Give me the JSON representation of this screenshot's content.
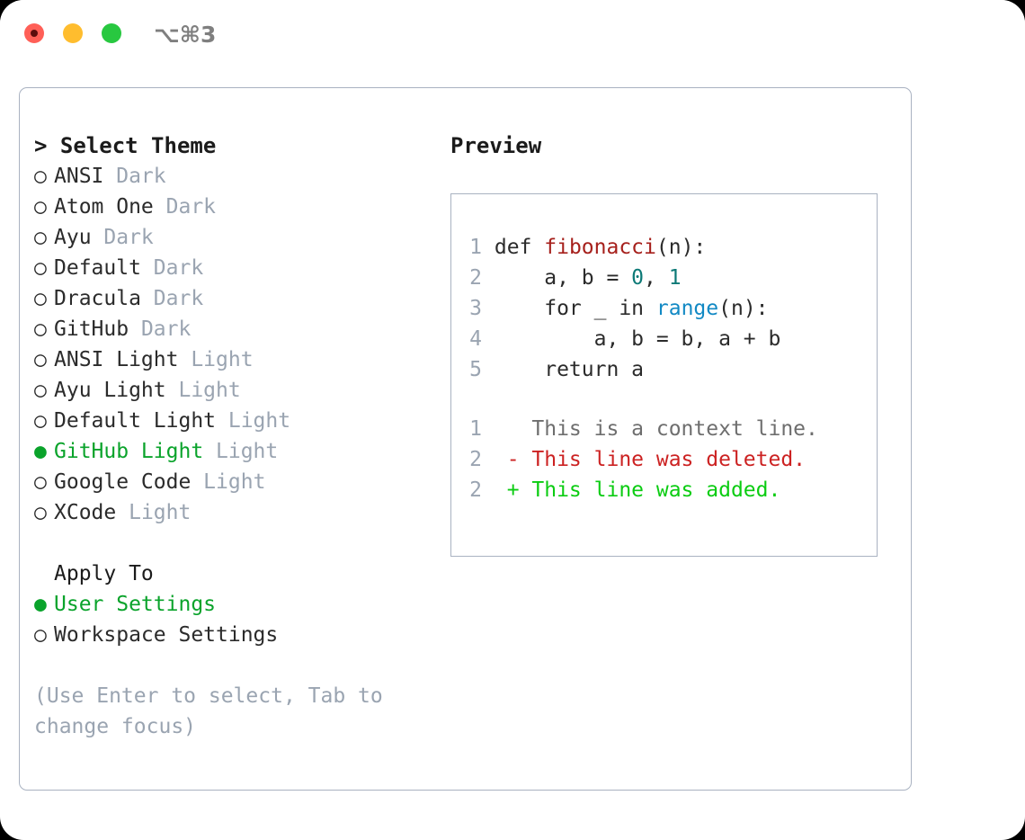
{
  "window": {
    "title_shortcut": "⌥⌘3",
    "traffic_lights": [
      {
        "name": "close",
        "color": "#ff5f57"
      },
      {
        "name": "minimize",
        "color": "#ffbd2e"
      },
      {
        "name": "maximize",
        "color": "#28c840"
      }
    ]
  },
  "colors": {
    "selected_green": "#0aa32b",
    "muted_gray": "#9aa4b1",
    "text": "#2b2b2b",
    "border": "#a9b2c1",
    "diff_add": "#0bcc12",
    "diff_del": "#cc2222",
    "diff_ctx": "#6e6e6e",
    "syntax_function": "#a6201c",
    "syntax_number": "#0d7a77",
    "syntax_builtin": "#1289c4"
  },
  "theme_section": {
    "header_prefix": "> ",
    "header": "Select Theme",
    "selected_index": 9,
    "items": [
      {
        "marker": "○",
        "name": "ANSI",
        "variant": "Dark",
        "selected": false
      },
      {
        "marker": "○",
        "name": "Atom One",
        "variant": "Dark",
        "selected": false
      },
      {
        "marker": "○",
        "name": "Ayu",
        "variant": "Dark",
        "selected": false
      },
      {
        "marker": "○",
        "name": "Default",
        "variant": "Dark",
        "selected": false
      },
      {
        "marker": "○",
        "name": "Dracula",
        "variant": "Dark",
        "selected": false
      },
      {
        "marker": "○",
        "name": "GitHub",
        "variant": "Dark",
        "selected": false
      },
      {
        "marker": "○",
        "name": "ANSI Light",
        "variant": "Light",
        "selected": false
      },
      {
        "marker": "○",
        "name": "Ayu Light",
        "variant": "Light",
        "selected": false
      },
      {
        "marker": "○",
        "name": "Default Light",
        "variant": "Light",
        "selected": false
      },
      {
        "marker": "●",
        "name": "GitHub Light",
        "variant": "Light",
        "selected": true
      },
      {
        "marker": "○",
        "name": "Google Code",
        "variant": "Light",
        "selected": false
      },
      {
        "marker": "○",
        "name": "XCode",
        "variant": "Light",
        "selected": false
      }
    ]
  },
  "apply_section": {
    "header": "Apply To",
    "items": [
      {
        "marker": "●",
        "name": "User Settings",
        "selected": true
      },
      {
        "marker": "○",
        "name": "Workspace Settings",
        "selected": false
      }
    ]
  },
  "hint": "(Use Enter to select, Tab to change focus)",
  "preview": {
    "title": "Preview",
    "code_lines": [
      {
        "num": "1",
        "tokens": [
          {
            "t": " def ",
            "c": "plain"
          },
          {
            "t": "fibonacci",
            "c": "fn"
          },
          {
            "t": "(n):",
            "c": "plain"
          }
        ]
      },
      {
        "num": "2",
        "tokens": [
          {
            "t": "     a, b = ",
            "c": "plain"
          },
          {
            "t": "0",
            "c": "num"
          },
          {
            "t": ", ",
            "c": "plain"
          },
          {
            "t": "1",
            "c": "num"
          }
        ]
      },
      {
        "num": "3",
        "tokens": [
          {
            "t": "     for _ in ",
            "c": "plain"
          },
          {
            "t": "range",
            "c": "builtin"
          },
          {
            "t": "(n):",
            "c": "plain"
          }
        ]
      },
      {
        "num": "4",
        "tokens": [
          {
            "t": "         a, b = b, a + b",
            "c": "plain"
          }
        ]
      },
      {
        "num": "5",
        "tokens": [
          {
            "t": "     return a",
            "c": "plain"
          }
        ]
      }
    ],
    "diff_lines": [
      {
        "num": "1",
        "sign": "  ",
        "text": "This is a context line.",
        "kind": "ctx"
      },
      {
        "num": "2",
        "sign": "- ",
        "text": "This line was deleted.",
        "kind": "del"
      },
      {
        "num": "2",
        "sign": "+ ",
        "text": "This line was added.",
        "kind": "add"
      }
    ]
  }
}
